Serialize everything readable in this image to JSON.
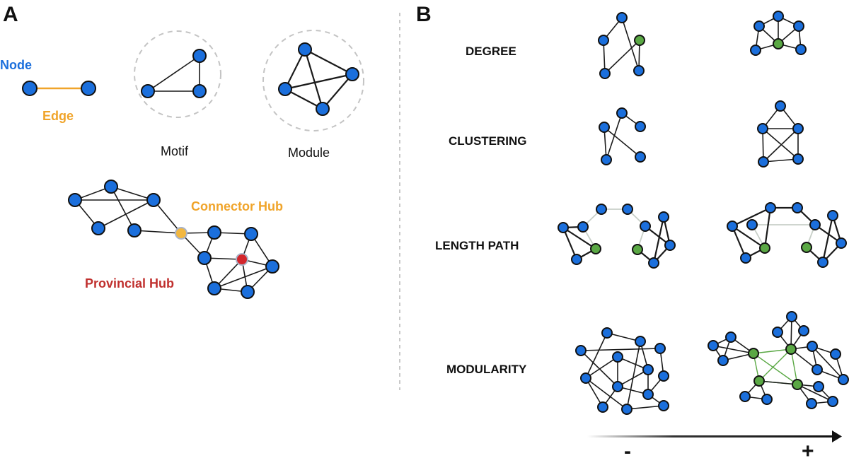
{
  "colors": {
    "node_blue": "#1b6fdc",
    "node_green": "#5aa844",
    "connector_hub": "#f2b740",
    "provincial_hub": "#d3262c",
    "node_label": "#1b6fdc",
    "edge_label": "#f0a42a",
    "connector_label": "#f0a42a",
    "provincial_label": "#c0302e"
  },
  "panel_a": {
    "letter": "A",
    "node_label": "Node",
    "edge_label": "Edge",
    "motif_label": "Motif",
    "module_label": "Module",
    "connector_hub_label": "Connector Hub",
    "provincial_hub_label": "Provincial Hub"
  },
  "panel_b": {
    "letter": "B",
    "metrics": [
      {
        "label": "DEGREE"
      },
      {
        "label": "CLUSTERING"
      },
      {
        "label": "LENGTH PATH"
      },
      {
        "label": "MODULARITY"
      }
    ],
    "axis": {
      "low_label": "-",
      "high_label": "+"
    }
  }
}
